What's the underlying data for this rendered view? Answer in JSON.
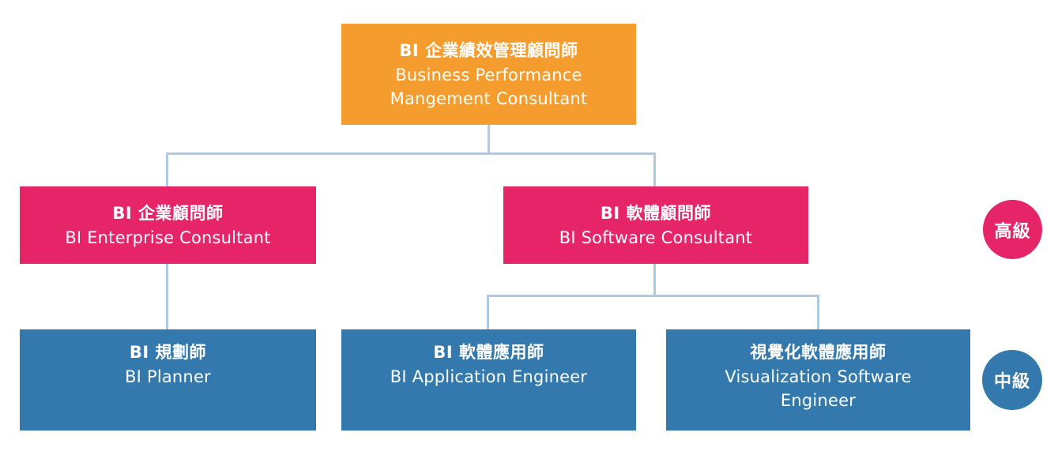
{
  "diagram": {
    "colors": {
      "orange": "#F49C2E",
      "pink": "#E62568",
      "blue": "#3379AE",
      "connector": "#AECBE3",
      "text": "#FFFFFF"
    },
    "nodes": {
      "root": {
        "zh": "BI 企業績效管理顧問師",
        "en": [
          "Business Performance",
          "Mangement Consultant"
        ]
      },
      "enterprise_consultant": {
        "zh": "BI 企業顧問師",
        "en": [
          "BI Enterprise Consultant"
        ]
      },
      "software_consultant": {
        "zh": "BI 軟體顧問師",
        "en": [
          "BI Software Consultant"
        ]
      },
      "planner": {
        "zh": "BI 規劃師",
        "en": [
          "BI Planner"
        ]
      },
      "application_engineer": {
        "zh": "BI 軟體應用師",
        "en": [
          "BI Application Engineer"
        ]
      },
      "visualization_engineer": {
        "zh": "視覺化軟體應用師",
        "en": [
          "Visualization Software",
          "Engineer"
        ]
      }
    },
    "badges": {
      "advanced": {
        "label": "高級"
      },
      "intermediate": {
        "label": "中級"
      }
    }
  }
}
